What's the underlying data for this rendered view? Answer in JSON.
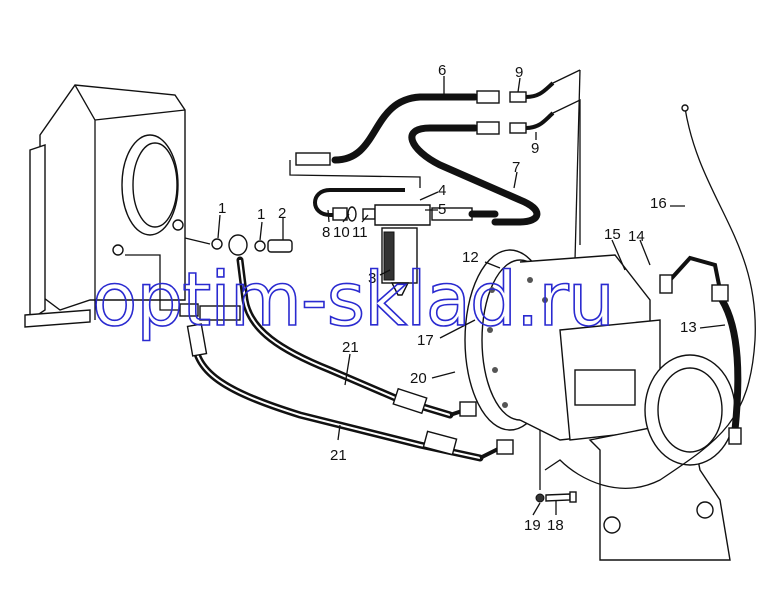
{
  "watermark": "optim-sklad.ru",
  "callouts": [
    {
      "id": "c6",
      "text": "6"
    },
    {
      "id": "c9a",
      "text": "9"
    },
    {
      "id": "c9b",
      "text": "9"
    },
    {
      "id": "c7",
      "text": "7"
    },
    {
      "id": "c4",
      "text": "4"
    },
    {
      "id": "c5",
      "text": "5"
    },
    {
      "id": "c8",
      "text": "8"
    },
    {
      "id": "c10",
      "text": "10"
    },
    {
      "id": "c11",
      "text": "11"
    },
    {
      "id": "c3",
      "text": "3"
    },
    {
      "id": "c1a",
      "text": "1"
    },
    {
      "id": "c1b",
      "text": "1"
    },
    {
      "id": "c2",
      "text": "2"
    },
    {
      "id": "c12",
      "text": "12"
    },
    {
      "id": "c15",
      "text": "15"
    },
    {
      "id": "c14",
      "text": "14"
    },
    {
      "id": "c16",
      "text": "16"
    },
    {
      "id": "c13",
      "text": "13"
    },
    {
      "id": "c17",
      "text": "17"
    },
    {
      "id": "c20",
      "text": "20"
    },
    {
      "id": "c21a",
      "text": "21"
    },
    {
      "id": "c21b",
      "text": "21"
    },
    {
      "id": "c19",
      "text": "19"
    },
    {
      "id": "c18",
      "text": "18"
    }
  ]
}
